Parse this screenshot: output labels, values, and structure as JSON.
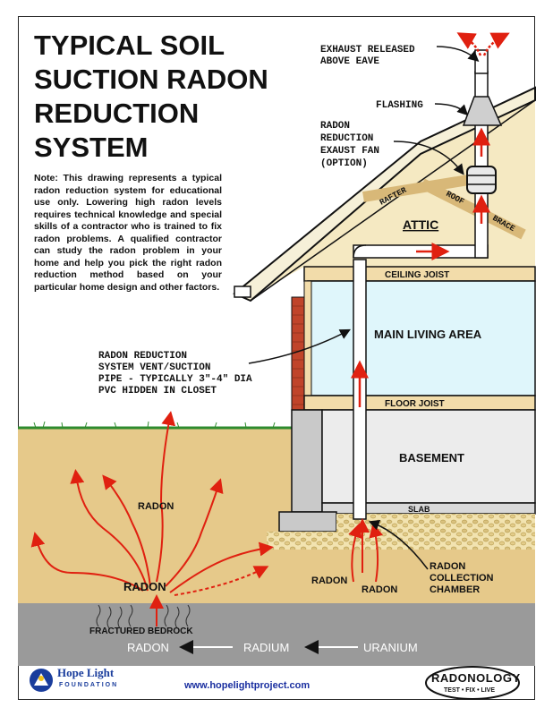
{
  "title": "TYPICAL SOIL SUCTION RADON REDUCTION SYSTEM",
  "note": "Note: This drawing represents a typical radon reduction system for educational use only. Lowering high radon levels requires technical knowledge and special skills of a contractor who is trained to fix radon problems. A qualified contractor can study the radon problem in your home and help you pick the right radon reduction method based on your particular home design and other factors.",
  "labels": {
    "exhaust_1": "EXHAUST RELEASED",
    "exhaust_2": "ABOVE EAVE",
    "flashing": "FLASHING",
    "fan_1": "RADON",
    "fan_2": "REDUCTION",
    "fan_3": "EXAUST FAN",
    "fan_4": "(OPTION)",
    "rafter": "RAFTER",
    "roof": "ROOF",
    "brace": "BRACE",
    "attic": "ATTIC",
    "ceiling_joist": "CEILING JOIST",
    "main_living": "MAIN LIVING AREA",
    "vent_1": "RADON REDUCTION",
    "vent_2": "SYSTEM VENT/SUCTION",
    "vent_3": "PIPE - TYPICALLY 3\"-4\" DIA",
    "vent_4": "PVC HIDDEN IN CLOSET",
    "floor_joist": "FLOOR JOIST",
    "basement": "BASEMENT",
    "slab": "SLAB",
    "radon_1": "RADON",
    "radon_2": "RADON",
    "radon_3": "RADON",
    "radon_4": "RADON",
    "collection_1": "RADON",
    "collection_2": "COLLECTION",
    "collection_3": "CHAMBER",
    "bedrock": "FRACTURED BEDROCK",
    "chain_radon": "RADON",
    "chain_radium": "RADIUM",
    "chain_uranium": "URANIUM"
  },
  "footer": {
    "url": "www.hopelightproject.com",
    "hope_light_name": "Hope Light",
    "hope_light_sub": "FOUNDATION",
    "radonology_name": "RADONOLOGY",
    "radonology_tagline": "TEST • FIX • LIVE"
  },
  "colors": {
    "soil": "#e6c98a",
    "bedrock": "#9a9a9a",
    "grass": "#2e8b2e",
    "wall_beige": "#f5e9c2",
    "living_area": "#dff6fb",
    "arrow_red": "#e02010",
    "brick": "#c0442a",
    "url_blue": "#1a2fa0"
  }
}
